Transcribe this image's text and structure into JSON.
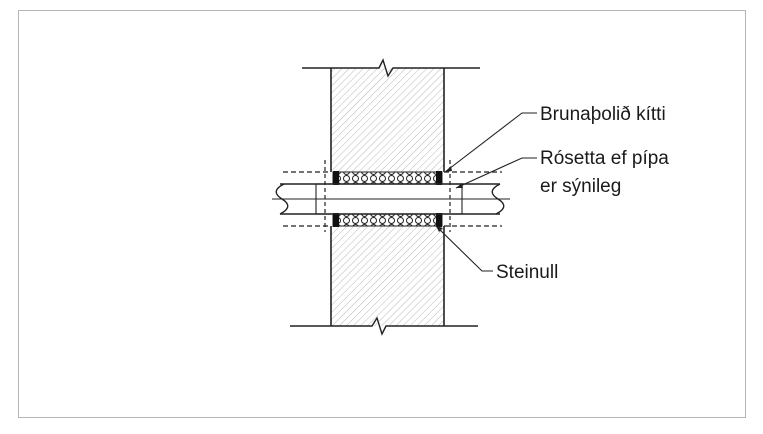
{
  "labels": {
    "sealant": "Brunaþolið kítti",
    "rosette_line1": "Rósetta ef pípa",
    "rosette_line2": "er sýnileg",
    "mineral_wool": "Steinull"
  }
}
